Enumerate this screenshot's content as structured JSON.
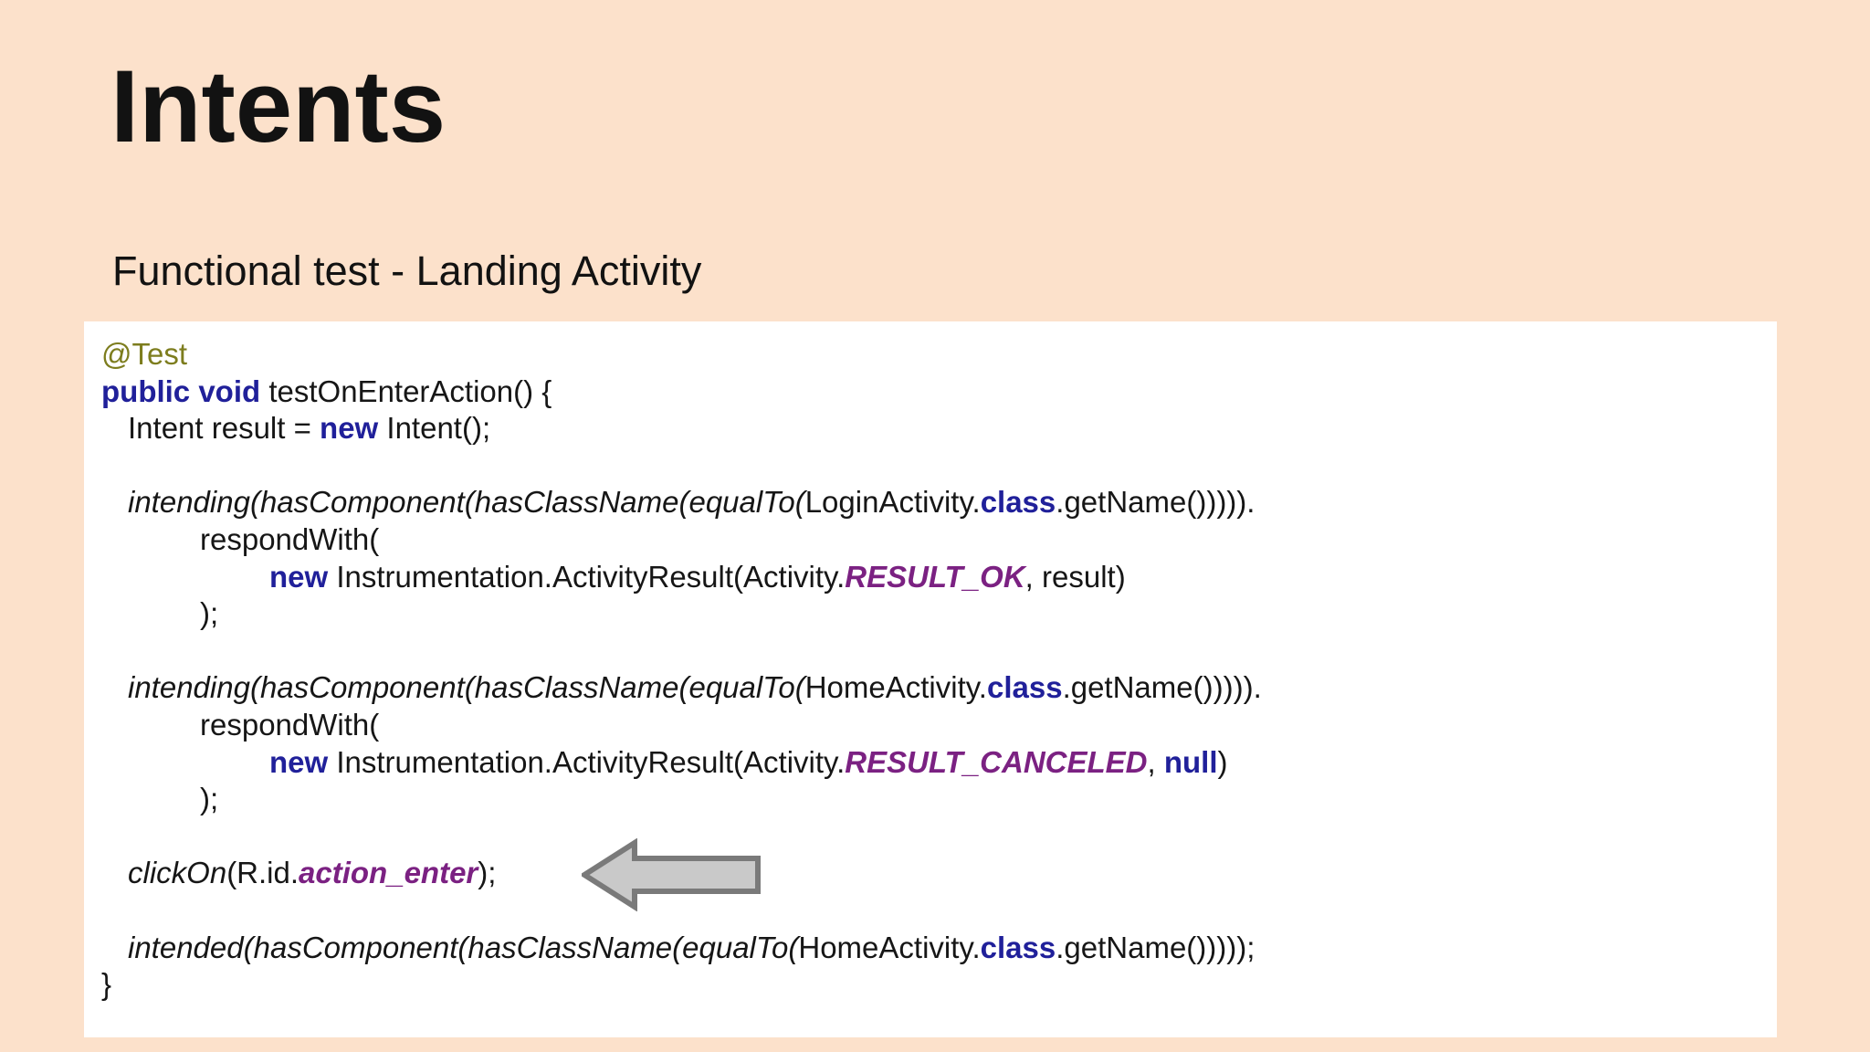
{
  "slide": {
    "title": "Intents",
    "subtitle": "Functional test - Landing Activity"
  },
  "colors": {
    "background": "#fce1cb",
    "panel": "#ffffff",
    "code_text": "#161616",
    "keyword": "#20209a",
    "annotation": "#7d7d1e",
    "constant": "#7b2182",
    "arrow_fill": "#c9c9c9",
    "arrow_border": "#7a7a7a"
  },
  "code": {
    "language": "java",
    "lines": [
      {
        "indent": 0,
        "segments": [
          {
            "text": "@Test",
            "style": "annotation"
          }
        ]
      },
      {
        "indent": 0,
        "segments": [
          {
            "text": "public void",
            "style": "keyword"
          },
          {
            "text": " testOnEnterAction() {",
            "style": "plain"
          }
        ]
      },
      {
        "indent": 1,
        "segments": [
          {
            "text": "Intent result = ",
            "style": "plain"
          },
          {
            "text": "new",
            "style": "keyword"
          },
          {
            "text": " Intent();",
            "style": "plain"
          }
        ]
      },
      {
        "indent": 0,
        "segments": []
      },
      {
        "indent": 1,
        "segments": [
          {
            "text": "intending(hasComponent(hasClassName(equalTo(",
            "style": "method"
          },
          {
            "text": "LoginActivity.",
            "style": "plain"
          },
          {
            "text": "class",
            "style": "keyword"
          },
          {
            "text": ".getName())))).",
            "style": "plain"
          }
        ]
      },
      {
        "indent": 2,
        "segments": [
          {
            "text": "respondWith(",
            "style": "plain"
          }
        ]
      },
      {
        "indent": 3,
        "segments": [
          {
            "text": "new",
            "style": "keyword"
          },
          {
            "text": " Instrumentation.ActivityResult(Activity.",
            "style": "plain"
          },
          {
            "text": "RESULT_OK",
            "style": "constant"
          },
          {
            "text": ", result)",
            "style": "plain"
          }
        ]
      },
      {
        "indent": 2,
        "segments": [
          {
            "text": ");",
            "style": "plain"
          }
        ]
      },
      {
        "indent": 0,
        "segments": []
      },
      {
        "indent": 1,
        "segments": [
          {
            "text": "intending(hasComponent(hasClassName(equalTo(",
            "style": "method"
          },
          {
            "text": "HomeActivity.",
            "style": "plain"
          },
          {
            "text": "class",
            "style": "keyword"
          },
          {
            "text": ".getName())))).",
            "style": "plain"
          }
        ]
      },
      {
        "indent": 2,
        "segments": [
          {
            "text": "respondWith(",
            "style": "plain"
          }
        ]
      },
      {
        "indent": 3,
        "segments": [
          {
            "text": "new",
            "style": "keyword"
          },
          {
            "text": " Instrumentation.ActivityResult(Activity.",
            "style": "plain"
          },
          {
            "text": "RESULT_CANCELED",
            "style": "constant"
          },
          {
            "text": ", ",
            "style": "plain"
          },
          {
            "text": "null",
            "style": "keyword"
          },
          {
            "text": ")",
            "style": "plain"
          }
        ]
      },
      {
        "indent": 2,
        "segments": [
          {
            "text": ");",
            "style": "plain"
          }
        ]
      },
      {
        "indent": 0,
        "segments": []
      },
      {
        "indent": 1,
        "has_arrow": true,
        "segments": [
          {
            "text": "clickOn",
            "style": "method"
          },
          {
            "text": "(R.id.",
            "style": "plain"
          },
          {
            "text": "action_enter",
            "style": "constant"
          },
          {
            "text": ");",
            "style": "plain"
          }
        ]
      },
      {
        "indent": 0,
        "segments": []
      },
      {
        "indent": 1,
        "segments": [
          {
            "text": "intended(hasComponent(hasClassName(equalTo(",
            "style": "method"
          },
          {
            "text": "HomeActivity.",
            "style": "plain"
          },
          {
            "text": "class",
            "style": "keyword"
          },
          {
            "text": ".getName()))));",
            "style": "plain"
          }
        ]
      },
      {
        "indent": 0,
        "segments": [
          {
            "text": "}",
            "style": "plain"
          }
        ]
      }
    ]
  },
  "arrow": {
    "description": "left-pointing block arrow highlighting the clickOn line"
  }
}
